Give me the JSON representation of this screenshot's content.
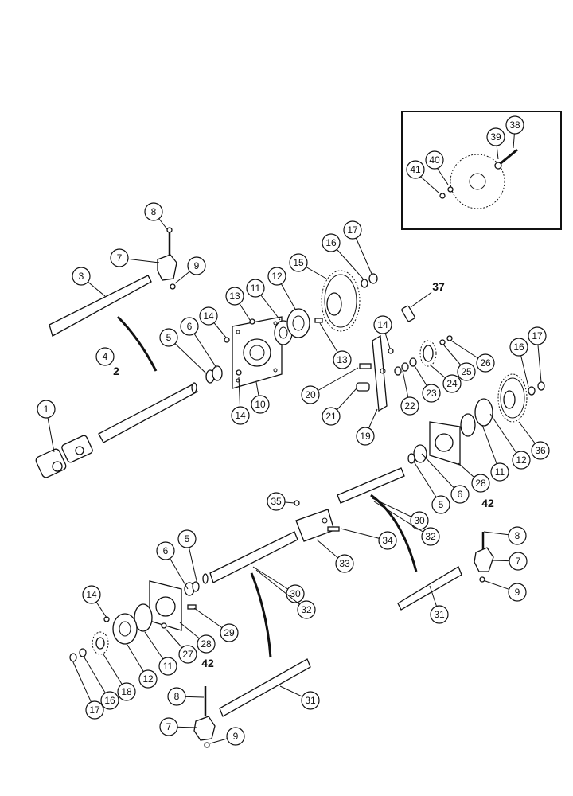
{
  "callouts": {
    "c1": "1",
    "c2": "2",
    "c3": "3",
    "c4": "4",
    "c5a": "5",
    "c5b": "5",
    "c5c": "5",
    "c6a": "6",
    "c6b": "6",
    "c6c": "6",
    "c7a": "7",
    "c7b": "7",
    "c7c": "7",
    "c8a": "8",
    "c8b": "8",
    "c8c": "8",
    "c9a": "9",
    "c9b": "9",
    "c9c": "9",
    "c10": "10",
    "c11a": "11",
    "c11b": "11",
    "c11c": "11",
    "c12a": "12",
    "c12b": "12",
    "c12c": "12",
    "c13a": "13",
    "c13b": "13",
    "c14a": "14",
    "c14b": "14",
    "c14c": "14",
    "c14d": "14",
    "c15": "15",
    "c16a": "16",
    "c16b": "16",
    "c16c": "16",
    "c17a": "17",
    "c17b": "17",
    "c17c": "17",
    "c18": "18",
    "c19": "19",
    "c20": "20",
    "c21": "21",
    "c22": "22",
    "c23": "23",
    "c24": "24",
    "c25": "25",
    "c26": "26",
    "c27": "27",
    "c28a": "28",
    "c28b": "28",
    "c29": "29",
    "c30a": "30",
    "c30b": "30",
    "c31a": "31",
    "c31b": "31",
    "c32a": "32",
    "c32b": "32",
    "c33": "33",
    "c34": "34",
    "c35": "35",
    "c36": "36",
    "c37": "37",
    "c38": "38",
    "c39": "39",
    "c40": "40",
    "c41": "41",
    "c42a": "42",
    "c42b": "42"
  }
}
